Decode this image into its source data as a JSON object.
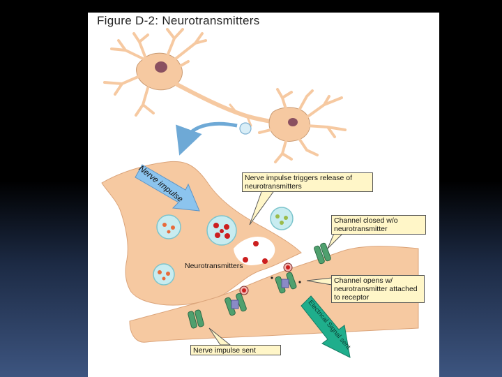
{
  "figure": {
    "title": "Figure D-2: Neurotransmitters"
  },
  "labels": {
    "nerve_impulse": "Nerve impulse",
    "electrical_signal": "Electrical Signal sent",
    "neurotransmitters": "Neurotransmitters"
  },
  "callouts": {
    "release": "Nerve impulse triggers release of neurotransmitters",
    "closed": "Channel closed w/o neurotransmitter",
    "opens": "Channel opens w/ neurotransmitter attached to receptor",
    "sent": "Nerve impulse sent"
  },
  "colors": {
    "background_top": "#000000",
    "background_bottom": "#3d5580",
    "panel": "#ffffff",
    "neuron": "#f6c9a1",
    "callout_fill": "#fff6c8",
    "vesicle": "#c8ecf0",
    "neurotransmitter": "#cc1f1f",
    "impulse_arrow": "#8cc4ee",
    "signal_arrow": "#1fae8c",
    "channel": "#4fa06e"
  }
}
